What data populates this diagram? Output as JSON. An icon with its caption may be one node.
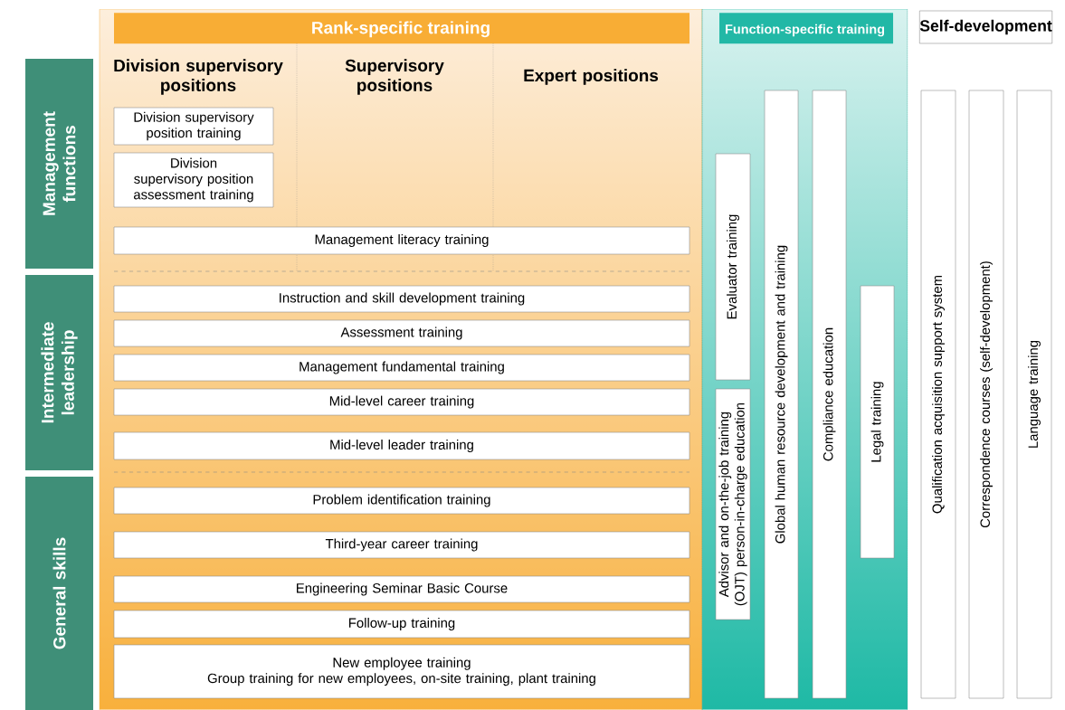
{
  "diagram": {
    "nodes": [
      {
        "text": [
          "Management functions"
        ]
      },
      {
        "text": [
          "Intermediate leadership"
        ]
      },
      {
        "text": [
          "General skills"
        ]
      },
      {
        "text": [
          "Rank-specific training"
        ]
      },
      {
        "text": [
          "Division supervisory position training"
        ],
        "in": 3
      },
      {
        "text": [
          "Division supervisory position assessment training"
        ],
        "in": 3
      },
      {
        "text": [
          "Management literacy training"
        ],
        "in": 3
      },
      {
        "text": [
          "Instruction and skill development training"
        ],
        "in": 3
      },
      {
        "text": [
          "Assessment training"
        ],
        "in": 3
      },
      {
        "text": [
          "Management fundamental training"
        ],
        "in": 3
      },
      {
        "text": [
          "Mid-level career training"
        ],
        "in": 3
      },
      {
        "text": [
          "Mid-level leader training"
        ],
        "in": 3
      },
      {
        "text": [
          "Problem identification training"
        ],
        "in": 3
      },
      {
        "text": [
          "Third-year career training"
        ],
        "in": 3
      },
      {
        "text": [
          "Engineering Seminar Basic Course"
        ],
        "in": 3
      },
      {
        "text": [
          "Follow-up training"
        ],
        "in": 3
      },
      {
        "text": [
          "New employee training",
          "Group training for new employees, on-site training, plant training"
        ],
        "in": 3
      },
      {
        "text": [
          "Function-specific training"
        ]
      },
      {
        "text": [
          "Evaluator training"
        ],
        "in": 17
      },
      {
        "text": [
          "Advisor and on-the-job training (OJT) person-in-charge education"
        ],
        "in": 17
      },
      {
        "text": [
          "Global human resource development and training"
        ],
        "in": 17
      },
      {
        "text": [
          "Compliance education"
        ],
        "in": 17
      },
      {
        "text": [
          "Legal training"
        ],
        "in": 17
      },
      {
        "text": [
          "Self-development"
        ]
      },
      {
        "text": [
          "Qualification acquisition support system"
        ]
      },
      {
        "text": [
          "Correspondence courses (self-development)"
        ]
      },
      {
        "text": [
          "Language training"
        ]
      }
    ],
    "labels": [
      "Division supervisory positions",
      "Supervisory positions",
      "Expert positions"
    ]
  }
}
